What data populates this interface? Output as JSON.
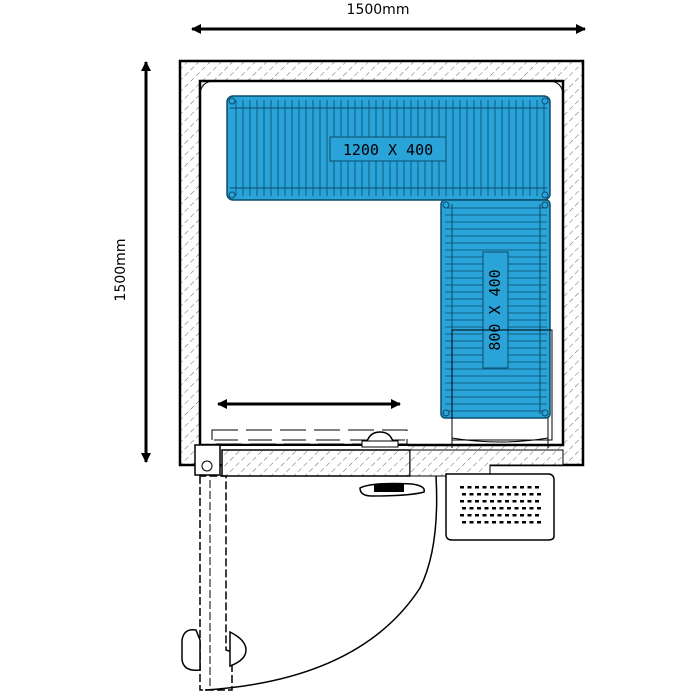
{
  "dimensions": {
    "width_label": "1500mm",
    "height_label": "1500mm"
  },
  "shelves": [
    {
      "label": "1200 X 400",
      "color": "#2aa3d8"
    },
    {
      "label": "800 X 400",
      "color": "#2aa3d8"
    }
  ],
  "colors": {
    "line": "#000000",
    "wall_hatch": "#555555",
    "shelf_fill": "#2aa3d8",
    "background": "#ffffff"
  },
  "icons": {
    "dimension_arrow": "double-headed-arrow",
    "door_swing": "door-swing-arc",
    "door_handle": "handle-icon",
    "refrigeration_unit": "vented-unit-icon"
  }
}
